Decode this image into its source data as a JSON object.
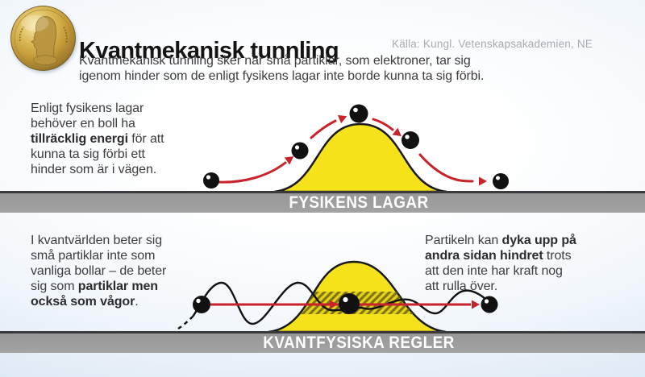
{
  "header": {
    "title": "Kvantmekanisk tunnling",
    "source": "Källa: Kungl. Vetenskapsakademien, NE",
    "medal_icon": "nobel-medal-icon",
    "subtitle_lines": [
      "Kvantmekanisk tunnling sker när små partiklar, som elektroner, tar sig",
      "igenom hinder som de enligt fysikens lagar inte borde kunna ta sig förbi."
    ]
  },
  "sections": {
    "physics": {
      "bar_label": "FYSIKENS LAGAR",
      "text_lines": [
        [
          {
            "t": "Enligt fysikens lagar",
            "b": false
          }
        ],
        [
          {
            "t": "behöver en boll ha",
            "b": false
          }
        ],
        [
          {
            "t": "tillräcklig energi",
            "b": true
          },
          {
            "t": " för att",
            "b": false
          }
        ],
        [
          {
            "t": "kunna ta sig förbi ett",
            "b": false
          }
        ],
        [
          {
            "t": "hinder som är i vägen.",
            "b": false
          }
        ]
      ],
      "illustration": "ball rolling over a yellow hill, five balls along a red arrow trajectory"
    },
    "quantum": {
      "bar_label": "KVANTFYSISKA REGLER",
      "left_text_lines": [
        [
          {
            "t": "I kvantvärlden beter sig",
            "b": false
          }
        ],
        [
          {
            "t": "små partiklar inte som",
            "b": false
          }
        ],
        [
          {
            "t": "vanliga bollar – de beter",
            "b": false
          }
        ],
        [
          {
            "t": "sig som ",
            "b": false
          },
          {
            "t": "partiklar men",
            "b": true
          }
        ],
        [
          {
            "t": "också som vågor",
            "b": true
          },
          {
            "t": ".",
            "b": false
          }
        ]
      ],
      "right_text_lines": [
        [
          {
            "t": "Partikeln kan ",
            "b": false
          },
          {
            "t": "dyka upp på",
            "b": true
          }
        ],
        [
          {
            "t": "andra sidan hindret",
            "b": true
          },
          {
            "t": " trots",
            "b": false
          }
        ],
        [
          {
            "t": "att den inte har kraft nog",
            "b": false
          }
        ],
        [
          {
            "t": "att rulla över.",
            "b": false
          }
        ]
      ],
      "illustration": "particle wave tunneling straight through a hatched band in a yellow hill"
    }
  },
  "colors": {
    "accent_red": "#c9222a",
    "hill_yellow": "#f6e21b",
    "hatch_olive": "#6d6212",
    "bar_gray": "#9c9c9c",
    "bar_border": "#3a3a3c",
    "text_dark": "#3d3d40",
    "source_gray": "#a7abb0",
    "medal_gold": "#d9b856",
    "background_blue": "#d2e2f1"
  }
}
